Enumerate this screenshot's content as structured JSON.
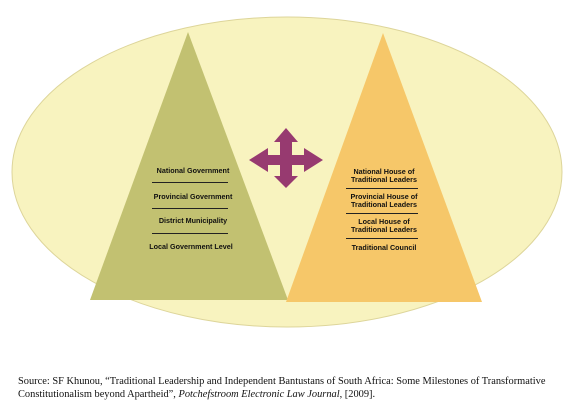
{
  "colors": {
    "ellipse_fill": "#f8f3bf",
    "ellipse_stroke": "#ddd59a",
    "left_triangle": "#c2c171",
    "right_triangle": "#f6c769",
    "arrow": "#973a70"
  },
  "left_pyramid": {
    "tiers": [
      "National Government",
      "Provincial Government",
      "District Municipality",
      "Local Government Level"
    ]
  },
  "right_pyramid": {
    "tiers": [
      "National House of\nTraditional Leaders",
      "Provincial House of\nTraditional Leaders",
      "Local House of\nTraditional Leaders",
      "Traditional Council"
    ]
  },
  "center_arrow": {
    "icon": "four-way-arrow-icon"
  },
  "caption": {
    "prefix": "Source: SF Khunou, “Traditional Leadership and Independent Bantustans of South Africa: Some Milestones of Transformative Constitutionalism beyond Apartheid”, ",
    "journal": "Potchefstroom Electronic Law Journal",
    "suffix": ", [2009]."
  }
}
